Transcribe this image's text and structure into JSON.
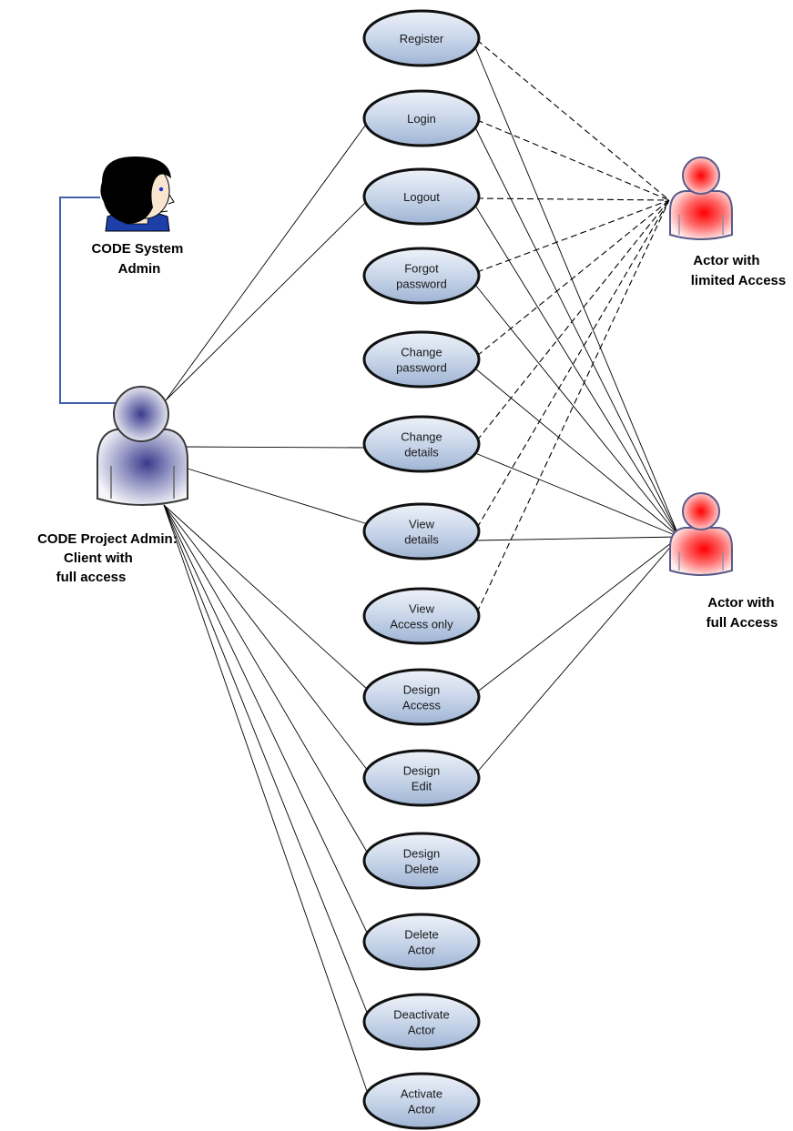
{
  "actors": {
    "system_admin": {
      "lines": [
        "CODE System",
        "Admin"
      ],
      "icon": "person-face-icon"
    },
    "project_admin": {
      "lines": [
        "CODE Project Admin:",
        "Client with",
        "full access"
      ],
      "icon": "person-blue-icon",
      "color": "#4a4a8a"
    },
    "limited_actor": {
      "lines": [
        "Actor with",
        "limited Access"
      ],
      "icon": "person-red-icon",
      "color": "#ff0000"
    },
    "full_actor": {
      "lines": [
        "Actor with",
        "full Access"
      ],
      "icon": "person-red-icon",
      "color": "#ff0000"
    }
  },
  "use_cases": [
    {
      "id": "register",
      "lines": [
        "Register"
      ]
    },
    {
      "id": "login",
      "lines": [
        "Login"
      ]
    },
    {
      "id": "logout",
      "lines": [
        "Logout"
      ]
    },
    {
      "id": "forgot-password",
      "lines": [
        "Forgot",
        "password"
      ]
    },
    {
      "id": "change-password",
      "lines": [
        "Change",
        "password"
      ]
    },
    {
      "id": "change-details",
      "lines": [
        "Change",
        "details"
      ]
    },
    {
      "id": "view-details",
      "lines": [
        "View",
        "details"
      ]
    },
    {
      "id": "view-access-only",
      "lines": [
        "View",
        "Access only"
      ]
    },
    {
      "id": "design-access",
      "lines": [
        "Design",
        "Access"
      ]
    },
    {
      "id": "design-edit",
      "lines": [
        "Design",
        "Edit"
      ]
    },
    {
      "id": "design-delete",
      "lines": [
        "Design",
        "Delete"
      ]
    },
    {
      "id": "delete-actor",
      "lines": [
        "Delete",
        "Actor"
      ]
    },
    {
      "id": "deactivate-actor",
      "lines": [
        "Deactivate",
        "Actor"
      ]
    },
    {
      "id": "activate-actor",
      "lines": [
        "Activate",
        "Actor"
      ]
    }
  ],
  "connections": {
    "project_admin": [
      "login",
      "logout",
      "change-details",
      "view-details",
      "design-access",
      "design-edit",
      "design-delete",
      "delete-actor",
      "deactivate-actor",
      "activate-actor"
    ],
    "limited_actor_dashed": [
      "register",
      "login",
      "logout",
      "forgot-password",
      "change-password",
      "change-details",
      "view-details",
      "view-access-only"
    ],
    "full_actor": [
      "register",
      "login",
      "logout",
      "forgot-password",
      "change-password",
      "change-details",
      "view-details",
      "design-access",
      "design-edit"
    ],
    "system_admin_to_project_admin": true
  },
  "colors": {
    "usecase_fill_top": "#e9eef7",
    "usecase_fill_bottom": "#a9bcd8",
    "usecase_stroke": "#101010",
    "line": "#000000"
  }
}
